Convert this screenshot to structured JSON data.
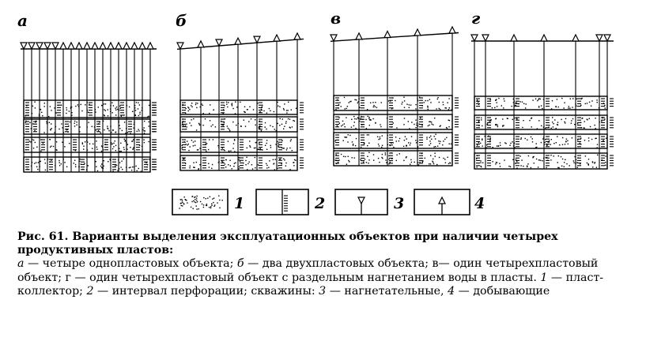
{
  "figure": {
    "panels": [
      {
        "letter": "а",
        "scheme": "four single-layer objects"
      },
      {
        "letter": "б",
        "scheme": "two two-layer objects"
      },
      {
        "letter": "в",
        "scheme": "one four-layer object"
      },
      {
        "letter": "г",
        "scheme": "one four-layer object, separate injection"
      }
    ],
    "legend": [
      {
        "num": "1",
        "icon": "dotted-sand-icon"
      },
      {
        "num": "2",
        "icon": "perforation-icon"
      },
      {
        "num": "3",
        "icon": "injection-well-icon"
      },
      {
        "num": "4",
        "icon": "production-well-icon"
      }
    ]
  },
  "caption": {
    "title": "Рис. 61. Варианты выделения эксплуатационных объектов при наличии четырех продуктивных пластов:",
    "parts": [
      {
        "t": "а",
        "i": true
      },
      {
        "t": " — четыре однопластовых объекта; ",
        "i": false
      },
      {
        "t": "б",
        "i": true
      },
      {
        "t": " — два двухпластовых объекта; в— один четырехпластовый объект; г — один четырехпластовый объект с раздельным нагнетанием воды в пласты. ",
        "i": false
      },
      {
        "t": "1",
        "i": true
      },
      {
        "t": " — пласт-коллектор; ",
        "i": false
      },
      {
        "t": "2",
        "i": true
      },
      {
        "t": " — интервал перфорации; скважины: ",
        "i": false
      },
      {
        "t": "3",
        "i": true
      },
      {
        "t": " — нагнетательные, ",
        "i": false
      },
      {
        "t": "4",
        "i": true
      },
      {
        "t": " — добывающие",
        "i": false
      }
    ]
  }
}
